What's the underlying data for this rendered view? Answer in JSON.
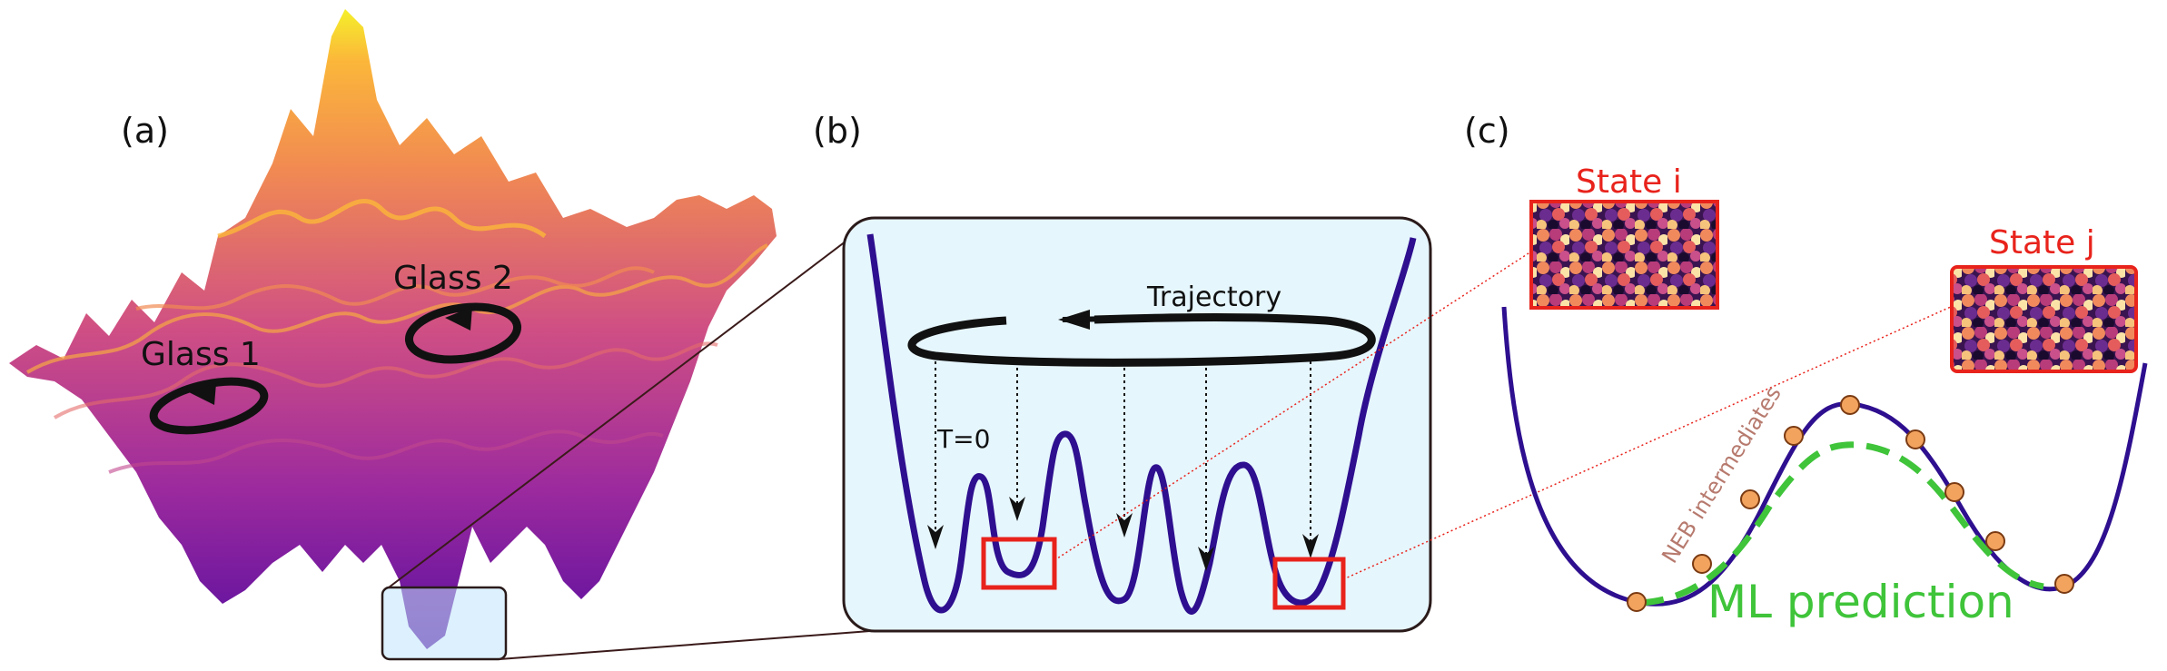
{
  "panels": {
    "a": {
      "label": "(a)",
      "glass1": "Glass 1",
      "glass2": "Glass 2"
    },
    "b": {
      "label": "(b)",
      "trajectory": "Trajectory",
      "quench": "T=0"
    },
    "c": {
      "label": "(c)",
      "state_i": "State i",
      "state_j": "State j",
      "neb": "NEB intermediates",
      "ml": "ML prediction"
    }
  },
  "colors": {
    "curve": "#2e0f8f",
    "inset_bg": "#e6f6fd",
    "highlight_box": "#e8231c",
    "ml_curve": "#3fc43a",
    "neb_point": "#f2a35e",
    "state_text": "#e8231c",
    "neb_text": "#b77a6e"
  }
}
